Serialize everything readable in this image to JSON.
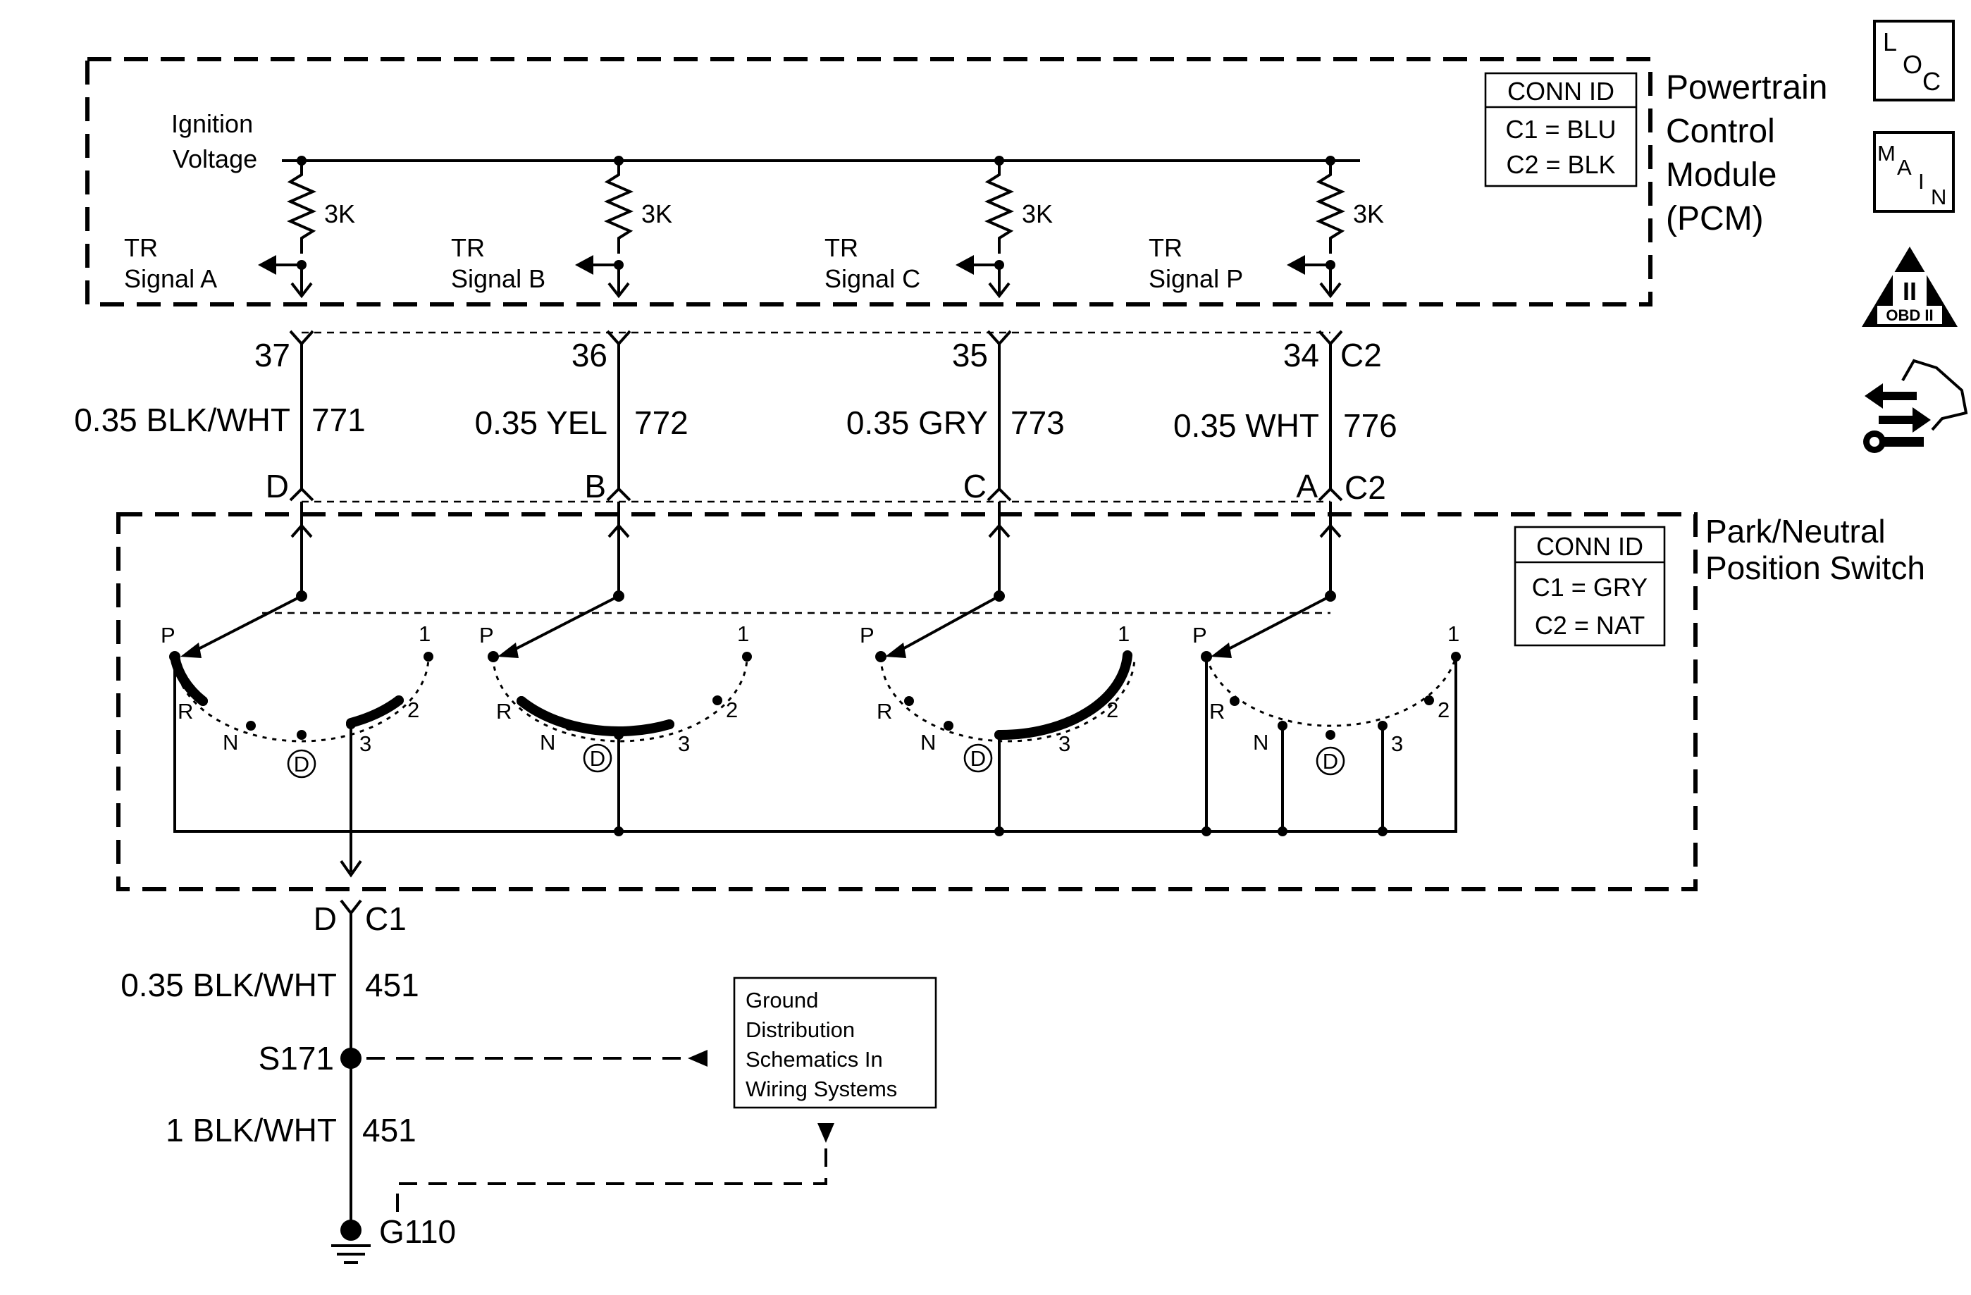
{
  "pcm": {
    "title_line1": "Powertrain",
    "title_line2": "Control",
    "title_line3": "Module",
    "title_line4": "(PCM)",
    "conn_id": "CONN ID",
    "c1": "C1 = BLU",
    "c2": "C2 = BLK",
    "ignition_line1": "Ignition",
    "ignition_line2": "Voltage",
    "resistor": "3K",
    "signals": [
      {
        "line1": "TR",
        "line2": "Signal A"
      },
      {
        "line1": "TR",
        "line2": "Signal B"
      },
      {
        "line1": "TR",
        "line2": "Signal C"
      },
      {
        "line1": "TR",
        "line2": "Signal P"
      }
    ],
    "connector_label": "C2"
  },
  "circuits": [
    {
      "pin": "37",
      "wire": "0.35 BLK/WHT",
      "circuit": "771",
      "switch_pin": "D"
    },
    {
      "pin": "36",
      "wire": "0.35 YEL",
      "circuit": "772",
      "switch_pin": "B"
    },
    {
      "pin": "35",
      "wire": "0.35 GRY",
      "circuit": "773",
      "switch_pin": "C"
    },
    {
      "pin": "34",
      "wire": "0.35 WHT",
      "circuit": "776",
      "switch_pin": "A"
    }
  ],
  "switch": {
    "title_line1": "Park/Neutral",
    "title_line2": "Position Switch",
    "conn_id": "CONN ID",
    "c1": "C1 = GRY",
    "c2": "C2 = NAT",
    "connector_label": "C2",
    "positions": {
      "p": "P",
      "r": "R",
      "n": "N",
      "d": "D",
      "three": "3",
      "two": "2",
      "one": "1"
    }
  },
  "ground": {
    "pin": "D",
    "connector": "C1",
    "wire1": "0.35 BLK/WHT",
    "circuit1": "451",
    "splice": "S171",
    "wire2": "1 BLK/WHT",
    "circuit2": "451",
    "ground_point": "G110",
    "ref_line1": "Ground",
    "ref_line2": "Distribution",
    "ref_line3": "Schematics In",
    "ref_line4": "Wiring Systems"
  },
  "side_icons": {
    "loc": {
      "l": "L",
      "o": "O",
      "c": "C"
    },
    "main": {
      "m": "M",
      "a": "A",
      "i": "I",
      "n": "N"
    },
    "obd": {
      "numeral": "II",
      "label": "OBD II"
    }
  }
}
